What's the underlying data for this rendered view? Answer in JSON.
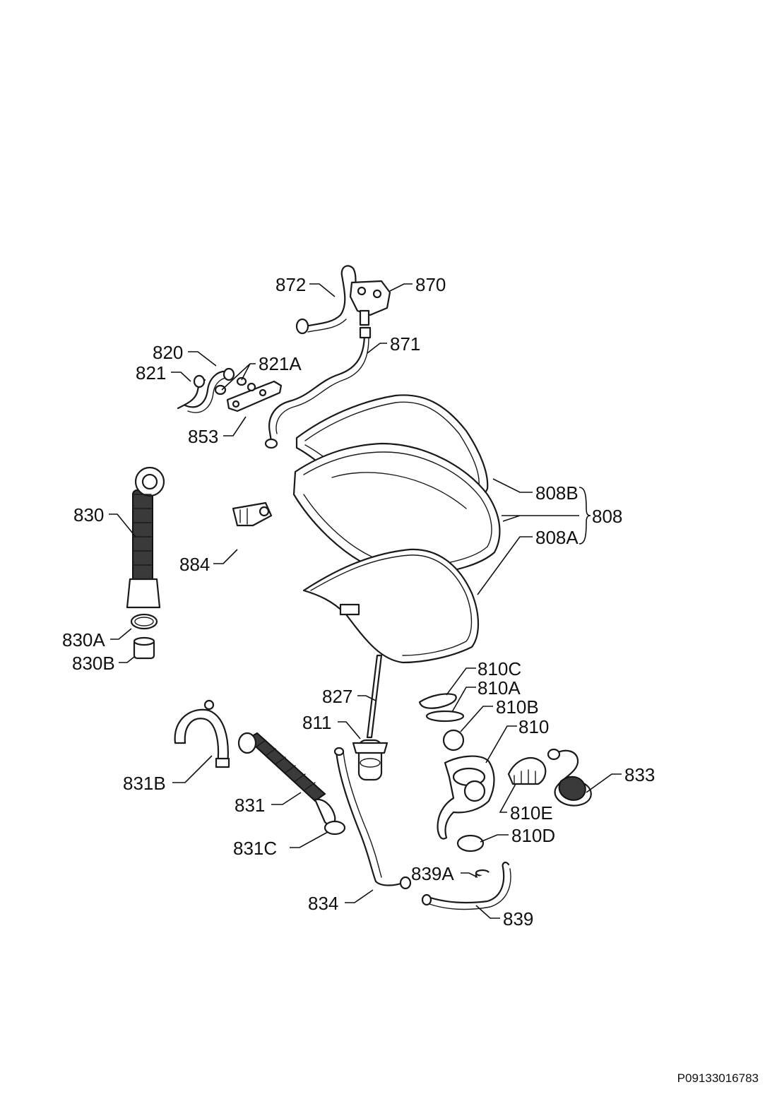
{
  "labels": {
    "l872": "872",
    "l870": "870",
    "l871": "871",
    "l820": "820",
    "l821": "821",
    "l821A": "821A",
    "l853": "853",
    "l830": "830",
    "l884": "884",
    "l808B": "808B",
    "l808": "808",
    "l808A": "808A",
    "l830A": "830A",
    "l830B": "830B",
    "l810C": "810C",
    "l810A": "810A",
    "l810B": "810B",
    "l810": "810",
    "l827": "827",
    "l811": "811",
    "l833": "833",
    "l831B": "831B",
    "l831": "831",
    "l810E": "810E",
    "l810D": "810D",
    "l831C": "831C",
    "l839A": "839A",
    "l834": "834",
    "l839": "839"
  },
  "reference_code": "P09133016783"
}
